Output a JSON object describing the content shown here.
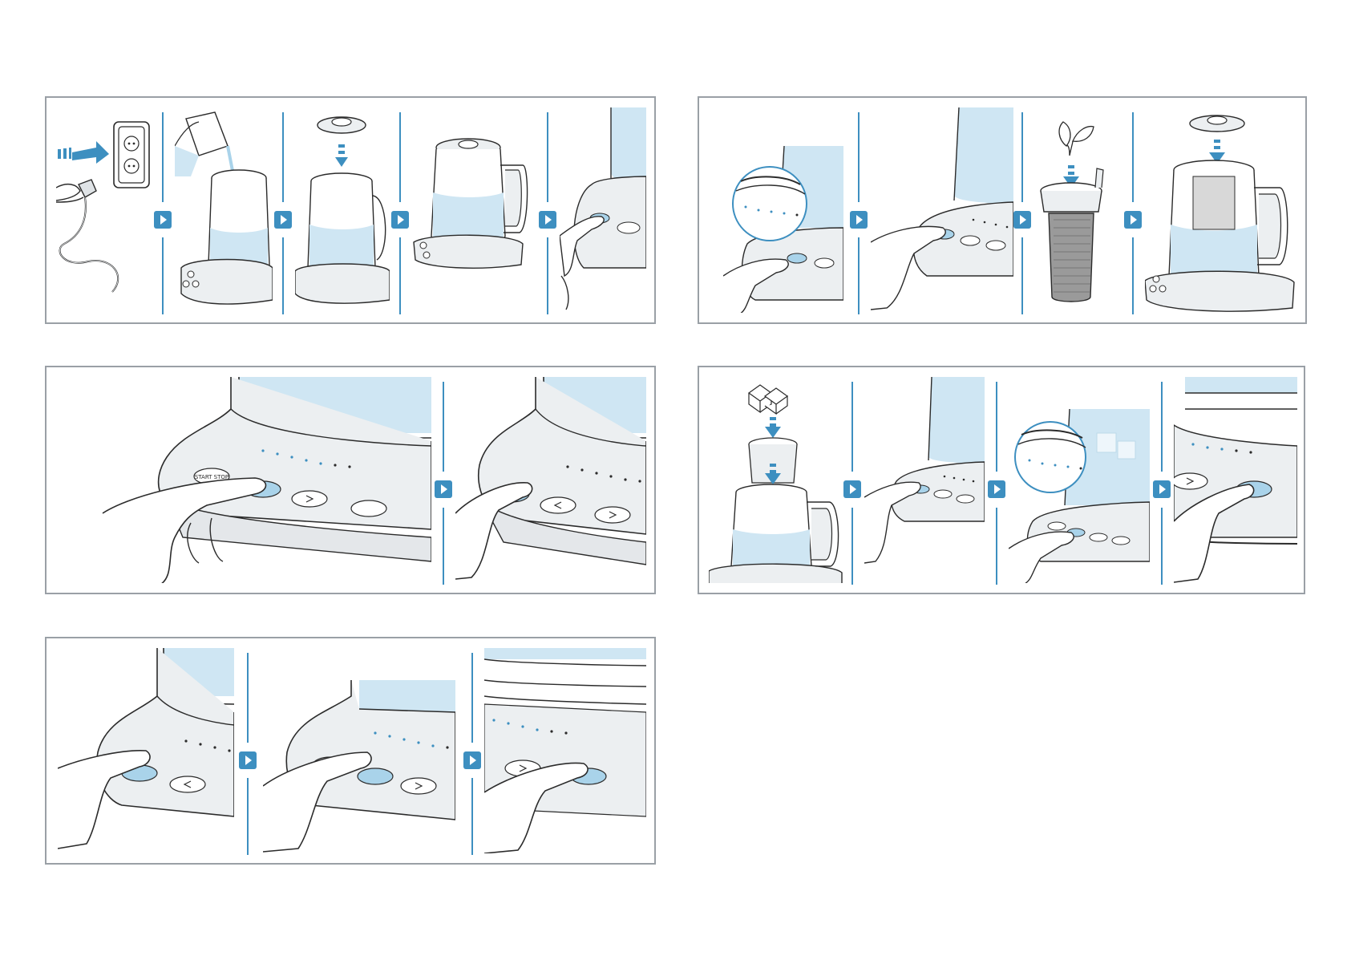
{
  "theme": {
    "accent": "#3d8fc0",
    "water": "#cfe6f3",
    "water_deep": "#a9d3ea",
    "outline": "#2b2b2b",
    "panel_border": "#9aa0a6",
    "base": "#eceff1"
  },
  "panels": [
    {
      "id": "fill-and-place",
      "steps": [
        "plug-in",
        "fill-water",
        "put-lid",
        "kettle-on-base",
        "press-button"
      ]
    },
    {
      "id": "tea-basket",
      "steps": [
        "press-zoom",
        "press-button",
        "insert-leaves",
        "lid-on-basket"
      ]
    },
    {
      "id": "select-program",
      "steps": [
        "press-start",
        "press-select"
      ]
    },
    {
      "id": "ice-basket",
      "steps": [
        "insert-ice",
        "press-button",
        "press-zoom",
        "press-start"
      ]
    },
    {
      "id": "keep-warm",
      "steps": [
        "press-start",
        "press-warm",
        "press-select"
      ]
    }
  ],
  "button_labels": {
    "start_stop": "START STOP"
  },
  "icons": [
    "plug-icon",
    "socket-icon",
    "jug-icon",
    "lid-icon",
    "kettle-icon",
    "finger-press-icon",
    "tea-leaf-icon",
    "tea-basket-icon",
    "ice-cube-icon",
    "step-arrow-icon"
  ]
}
